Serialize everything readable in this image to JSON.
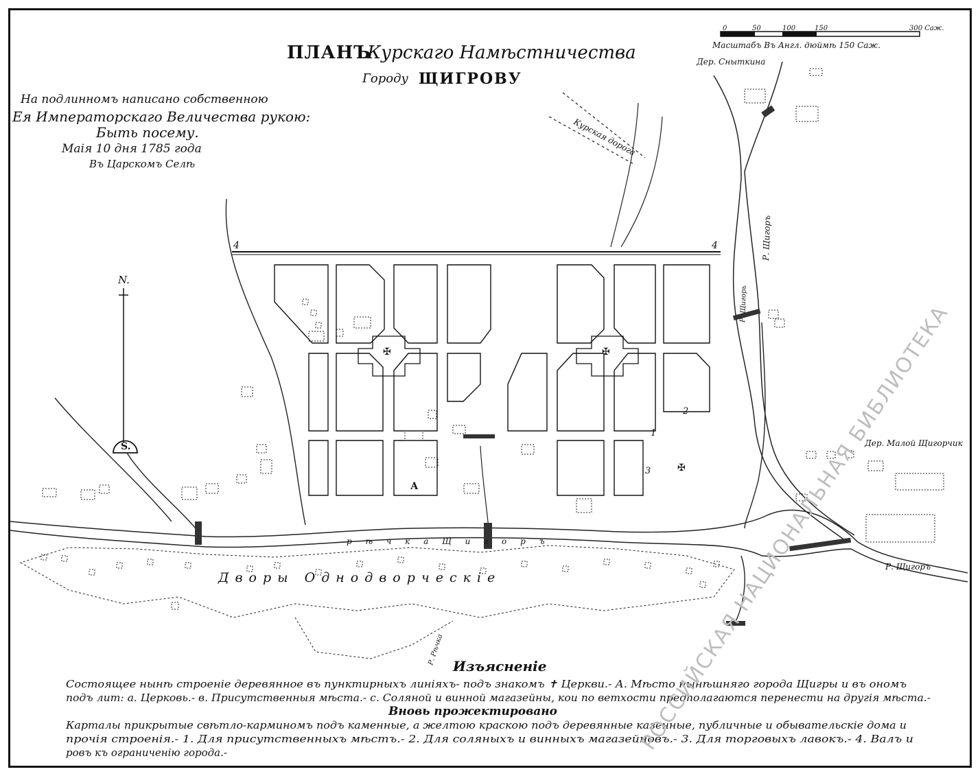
{
  "title": {
    "line1_a": "ПЛАНЪ",
    "line1_b": "Курскаго Намѣстничества",
    "line2_a": "Городу",
    "line2_b": "ЩИГРОВУ"
  },
  "imperial_note": {
    "l1": "На подлинномъ написано собственною",
    "l2": "Ея Императорскаго Величества рукою:",
    "l3": "Быть посему.",
    "l4": "Маія 10 дня 1785 года",
    "l5": "Въ Царскомъ Селѣ"
  },
  "scale": {
    "ticks": [
      "0",
      "50",
      "100",
      "150",
      "300 Саж."
    ],
    "caption": "Масштабъ Въ Англ. дюймѣ 150 Саж."
  },
  "compass": {
    "north": "N.",
    "south": "S."
  },
  "labels": {
    "village_snytkina": "Дер. Сныткина",
    "kursk_road": "Курская дорога",
    "river_shchigor_upper": "Р. Щигоръ",
    "river_shchigor_lower": "Р. Щигоръ",
    "river_upper_small": "Р. Щигорь",
    "village_malaya": "Дер. Малой Щигорчик",
    "road_lower": "Р. Рѣчка",
    "odnodvortsy": "Дворы Однодворческіе",
    "river_mid": "р ѣ ч к а   Щ и г о р ъ",
    "val_left": "4",
    "val_right": "4",
    "n1": "1",
    "n2": "2",
    "n3": "3",
    "a_letter": "А"
  },
  "legend": {
    "heading": "Изъясненіе",
    "l1": "Состоящее нынѣ строеніе деревянное въ пунктирныхъ линіяхъ- подъ знакомъ ✝ Церкви.- А. Мѣсто нынѣшняго города Щигры и въ ономъ",
    "l2": "подъ лит: а. Церковь.- в. Присутственныя мѣста.- с. Соляной и винной магазейны, кои по ветхости предполагаются перенести на другія мѣста.-",
    "heading2": "Вновь прожектировано",
    "l3": "Карталы прикрытые свѣтло-карминомъ подъ каменные, а желтою краскою подъ деревянные казенные, публичные и обывательскіе дома и",
    "l4": "прочія строенія.- 1. Для присутственныхъ мѣстъ.- 2. Для соляныхъ и винныхъ магазейновъ.- 3. Для торговыхъ лавокъ.- 4. Валъ и",
    "l5": "ровъ къ ограниченію города.-"
  },
  "watermark": "РОССИЙСКАЯ НАЦИОНАЛЬНАЯ БИБЛИОТЕКА"
}
